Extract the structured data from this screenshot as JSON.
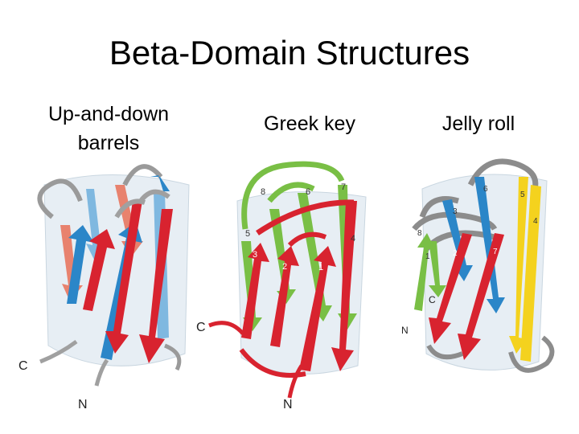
{
  "title": "Beta-Domain Structures",
  "panels": {
    "updown": {
      "label_line1": "Up-and-down",
      "label_line2": "barrels",
      "c_terminus": "C",
      "n_terminus": "N"
    },
    "greek": {
      "label": "Greek key",
      "c_terminus": "C",
      "n_terminus": "N",
      "strands": [
        "1",
        "2",
        "3",
        "4",
        "5",
        "6",
        "7",
        "8"
      ]
    },
    "jelly": {
      "label": "Jelly roll",
      "c_terminus": "C",
      "n_terminus": "N",
      "strands": [
        "1",
        "2",
        "3",
        "4",
        "5",
        "6",
        "7",
        "8"
      ]
    }
  },
  "colors": {
    "red": "#d8232f",
    "blue": "#2b86c8",
    "light_blue": "#7fb8e0",
    "salmon": "#e8826e",
    "green": "#79bf45",
    "yellow": "#f4d21e",
    "loop_gray": "#9a9a9a",
    "barrel": "#e7eef4"
  }
}
